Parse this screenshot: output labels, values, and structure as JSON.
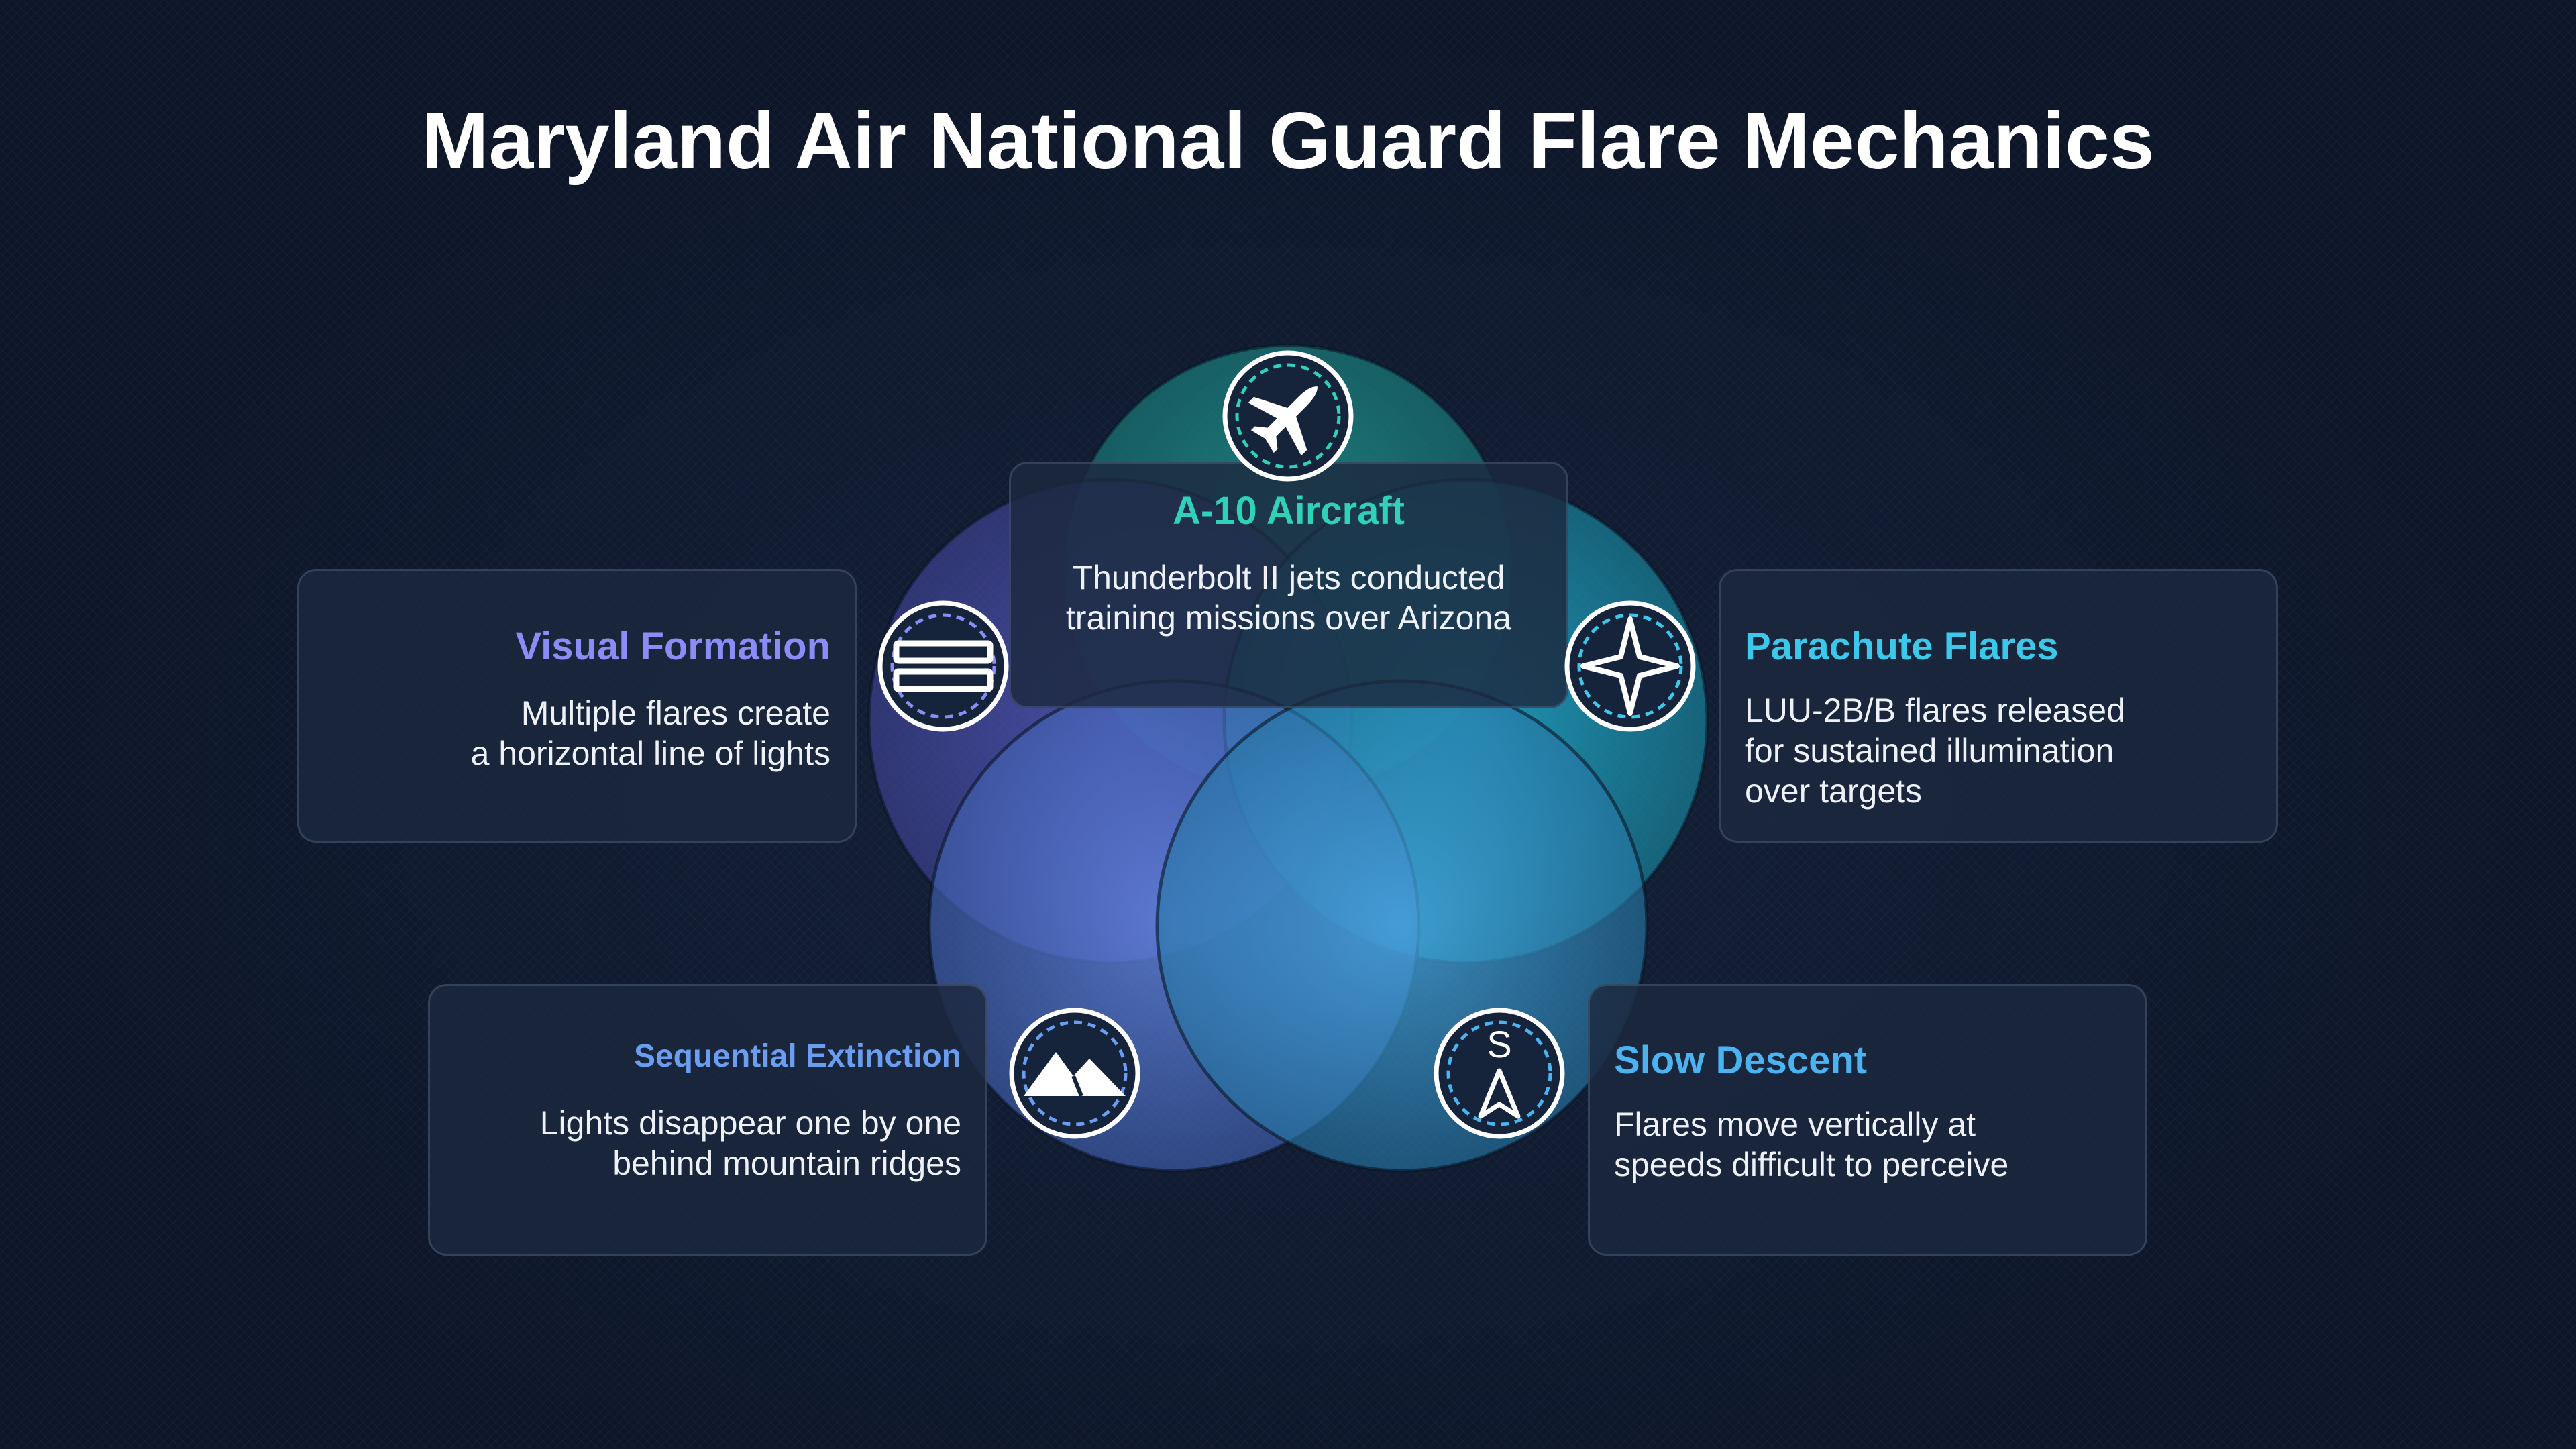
{
  "title": "Maryland Air National Guard Flare Mechanics",
  "colors": {
    "background": "#0f1a2e",
    "teal": "#2fd1b8",
    "indigo": "#8b8cf6",
    "cyan": "#3cc8ea",
    "blue": "#6b9df0",
    "sky": "#4ab3f0"
  },
  "nodes": {
    "top": {
      "heading": "A-10 Aircraft",
      "line1": "Thunderbolt II jets conducted",
      "line2": "training missions over Arizona",
      "icon": "jet-plane-icon"
    },
    "left": {
      "heading": "Visual Formation",
      "line1": "Multiple flares create",
      "line2": "a horizontal line of lights",
      "icon": "horizontal-bars-icon"
    },
    "right": {
      "heading": "Parachute Flares",
      "line1": "LUU-2B/B flares released",
      "line2": "for sustained illumination",
      "line3": "over targets",
      "icon": "four-point-star-icon"
    },
    "bottom_left": {
      "heading": "Sequential Extinction",
      "line1": "Lights disappear one by one",
      "line2": "behind mountain ridges",
      "icon": "mountain-icon"
    },
    "bottom_right": {
      "heading": "Slow Descent",
      "line1": "Flares move vertically at",
      "line2": "speeds difficult to perceive",
      "icon": "compass-icon",
      "icon_letter": "S"
    }
  }
}
